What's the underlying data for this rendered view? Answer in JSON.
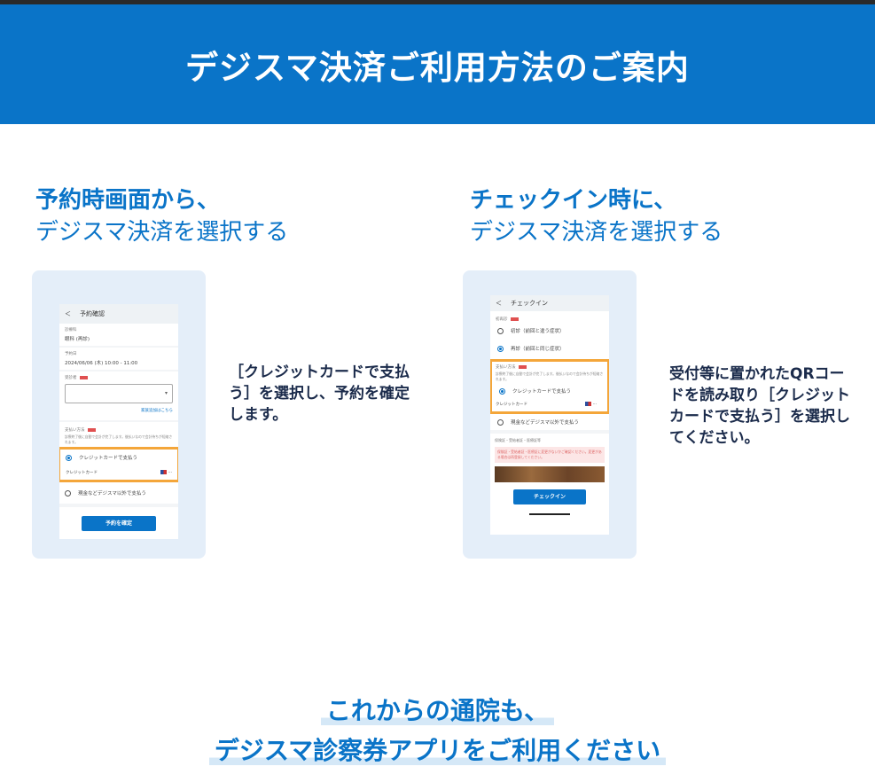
{
  "header": {
    "title": "デジスマ決済ご利用方法のご案内"
  },
  "left": {
    "heading_bold": "予約時画面から、",
    "heading_regular": "デジスマ決済を選択する",
    "screen": {
      "back": "＜",
      "title": "予約確認",
      "dept_label": "診療科",
      "dept_value": "眼科 (再診)",
      "date_label": "予約日",
      "date_value": "2024/06/06 (木) 10:00 - 11:00",
      "patient_label": "受診者",
      "family_link": "家族追加はこちら",
      "pay_label": "支払い方法",
      "pay_note": "診療終了後に自動で会計が完了します。後払いなので会計待ちが短縮されます。",
      "opt_credit": "クレジットカードで支払う",
      "card_label": "クレジットカード",
      "card_dots": "···",
      "opt_other": "現金などデジスマ以外で支払う",
      "confirm_button": "予約を確定"
    },
    "description": "［クレジットカードで支払う］を選択し、予約を確定します。"
  },
  "right": {
    "heading_bold": "チェックイン時に、",
    "heading_regular": "デジスマ決済を選択する",
    "screen": {
      "back": "＜",
      "title": "チェックイン",
      "visit_label": "初再診",
      "opt_first": "初診（前回と違う症状）",
      "opt_return": "再診（前回と同じ症状）",
      "pay_label": "支払い方法",
      "pay_note": "診療終了後に自動で会計が完了します。後払いなので会計待ちが短縮されます。",
      "opt_credit": "クレジットカードで支払う",
      "card_label": "クレジットカード",
      "card_dots": "···",
      "opt_other": "現金などデジスマ以外で支払う",
      "insurance_label": "保険証・受給者証・医療証等",
      "insurance_warning": "保険証・受給者証・医療証に変更がないかご確認ください。変更がある場合は再登録してください。",
      "checkin_button": "チェックイン"
    },
    "description": "受付等に置かれたQRコードを読み取り［クレジットカードで支払う］を選択してください。"
  },
  "closing": {
    "line1": "これからの通院も、",
    "line2": "デジスマ診察券アプリをご利用ください"
  },
  "colors": {
    "brand": "#0a74c8",
    "highlight": "#f4a63a",
    "panel": "#e4eef9"
  }
}
